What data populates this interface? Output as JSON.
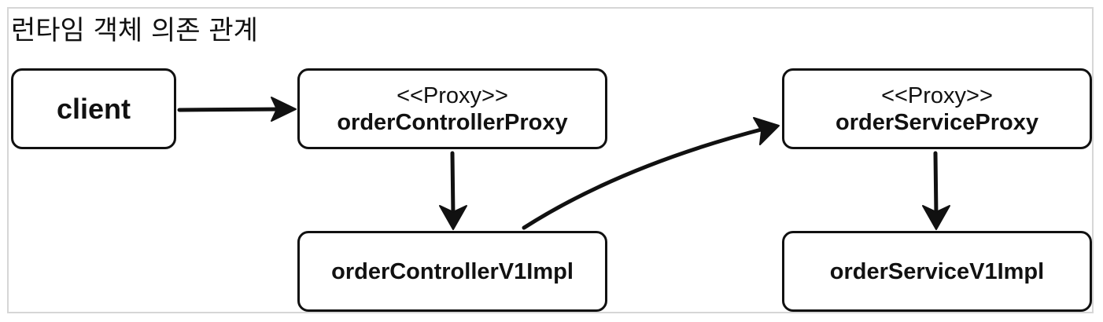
{
  "title": "런타임 객체 의존 관계",
  "nodes": {
    "client": {
      "name": "client"
    },
    "order_controller_proxy": {
      "stereotype": "<<Proxy>>",
      "name": "orderControllerProxy"
    },
    "order_controller_impl": {
      "name": "orderControllerV1Impl"
    },
    "order_service_proxy": {
      "stereotype": "<<Proxy>>",
      "name": "orderServiceProxy"
    },
    "order_service_impl": {
      "name": "orderServiceV1Impl"
    }
  },
  "edges": [
    {
      "from": "client",
      "to": "orderControllerProxy"
    },
    {
      "from": "orderControllerProxy",
      "to": "orderControllerV1Impl"
    },
    {
      "from": "orderControllerV1Impl",
      "to": "orderServiceProxy"
    },
    {
      "from": "orderServiceProxy",
      "to": "orderServiceV1Impl"
    }
  ],
  "colors": {
    "stroke": "#111111",
    "frame_border": "#d6d6d6",
    "background": "#ffffff"
  }
}
